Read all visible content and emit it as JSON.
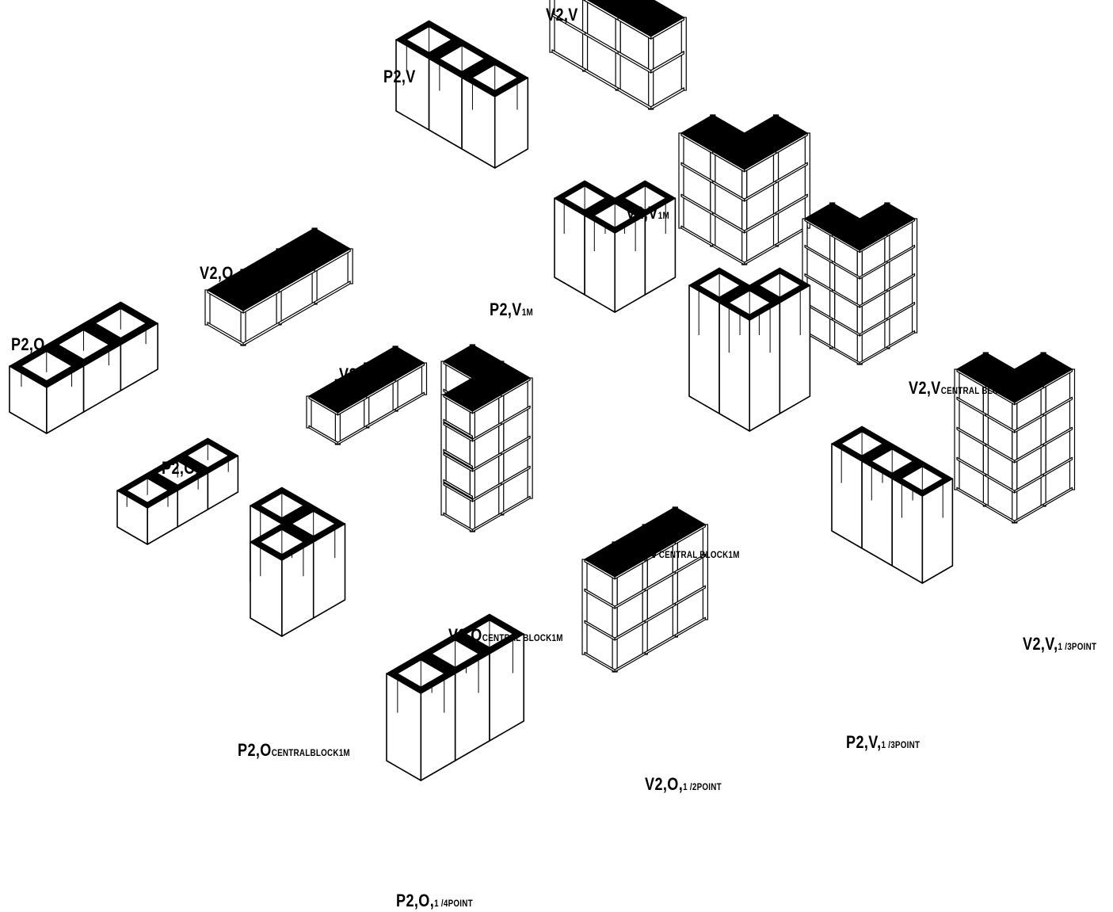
{
  "labels": [
    {
      "id": "p2o",
      "main": "P2,O",
      "sub": ""
    },
    {
      "id": "v2o",
      "main": "V2,O",
      "sub": ""
    },
    {
      "id": "p2v",
      "main": "P2,V",
      "sub": ""
    },
    {
      "id": "v2v",
      "main": "V2,V",
      "sub": ""
    },
    {
      "id": "v2v1m",
      "main": "V2,V",
      "sub": "1M"
    },
    {
      "id": "p2v1m",
      "main": "P2,V",
      "sub": "1M"
    },
    {
      "id": "v2o1m",
      "main": "V2,O",
      "sub": "1M"
    },
    {
      "id": "p2o1m",
      "main": "P2,O",
      "sub": "1M"
    },
    {
      "id": "v2vcb",
      "main": "V2,V",
      "sub": "CENTRAL BLOCK1M"
    },
    {
      "id": "p2vcb",
      "main": "P2,V",
      "sub": "CENTRAL BLOCK1M"
    },
    {
      "id": "v2ocb",
      "main": "V2,O",
      "sub": "CENTRAL BLOCK1M"
    },
    {
      "id": "p2ocb",
      "main": "P2,O",
      "sub": "CENTRALBLOCK1M"
    },
    {
      "id": "v2v13",
      "main": "V2,V,",
      "sub": "1 /3POINT"
    },
    {
      "id": "p2v13",
      "main": "P2,V,",
      "sub": "1 /3POINT"
    },
    {
      "id": "v2o12",
      "main": "V2,O,",
      "sub": "1 /2POINT"
    },
    {
      "id": "p2o14",
      "main": "P2,O,",
      "sub": "1 /4POINT"
    }
  ],
  "colors": {
    "ink": "#000000",
    "paper": "#ffffff"
  }
}
